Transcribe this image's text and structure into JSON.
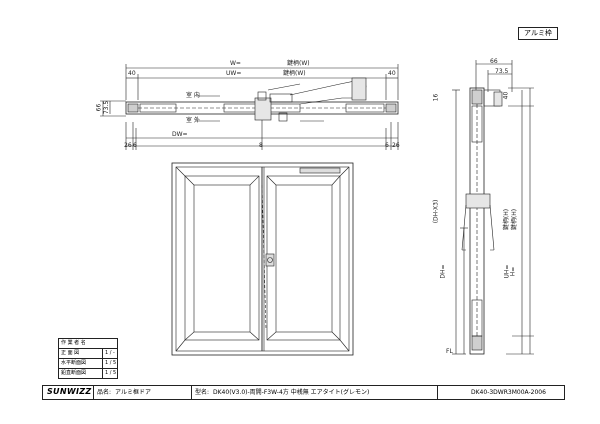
{
  "badge": "アルミ枠",
  "plan": {
    "w_label": "W=",
    "w_ref": "鍵柄(W)",
    "uw_label": "UW=",
    "uw_ref": "鍵柄(W)",
    "dw_label": "DW=",
    "dim_40_left": "40",
    "dim_40_right": "40",
    "dim_66": "66",
    "dim_73_5": "73.5",
    "dim_26_left": "26",
    "dim_26_right": "26",
    "dim_6_left": "6",
    "dim_6_right": "6",
    "dim_8": "8",
    "in_label": "室 内",
    "out_label": "室 外"
  },
  "section": {
    "dim_66": "66",
    "dim_73_5": "73.5",
    "dim_40": "40",
    "dim_16": "16",
    "fl_label": "FL",
    "h_ref1": "鍵柄(H)",
    "h_ref2": "鍵柄(H)",
    "uh": "UH=",
    "dh": "DH=",
    "h": "H=",
    "dh_mid": "(DH-X3)"
  },
  "legend": {
    "title": "作 業 者 名",
    "rows": [
      {
        "label": "正 面 図",
        "value": "1 / -"
      },
      {
        "label": "水平断面図",
        "value": "1 / 5"
      },
      {
        "label": "鉛直断面図",
        "value": "1 / 5"
      }
    ]
  },
  "title_block": {
    "logo": "SUNWIZZ",
    "product_label": "品名:",
    "product": "アルミ框ドア",
    "model_label": "型名:",
    "model": "DK40(V3.0)-両開-F3W-4方 中桟無 エアタイト(グレモン)",
    "drawing_no": "DK40-3DWR3M00A-2006"
  }
}
